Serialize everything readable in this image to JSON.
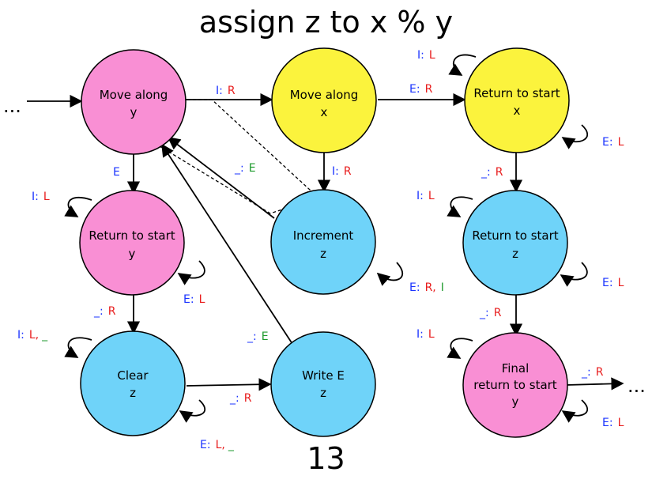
{
  "title": "assign z to x % y",
  "page_number": "13",
  "colors": {
    "pink": "#f98fd4",
    "yellow": "#fbf33d",
    "blue": "#6fd3f9",
    "blue_text": "#1a33ff",
    "red_text": "#e81d1d",
    "green_text": "#1d9a2c"
  },
  "ellipsis": "...",
  "states": {
    "move_y": {
      "line1": "Move along",
      "line2": "y"
    },
    "move_x": {
      "line1": "Move along",
      "line2": "x"
    },
    "ret_x": {
      "line1": "Return to start",
      "line2": "x"
    },
    "ret_y": {
      "line1": "Return to start",
      "line2": "y"
    },
    "incr": {
      "line1": "Increment",
      "line2": "z"
    },
    "ret_z": {
      "line1": "Return to start",
      "line2": "z"
    },
    "clear": {
      "line1": "Clear",
      "line2": "z"
    },
    "write": {
      "line1": "Write E",
      "line2": "z"
    },
    "final": {
      "line1": "Final",
      "line2": "return to start",
      "line3": "y"
    }
  },
  "transitions": {
    "move_y_to_move_x": {
      "read": "I:",
      "write": "R"
    },
    "move_x_to_ret_x": {
      "read": "E:",
      "write": "R"
    },
    "ret_x_loop_top": {
      "read": "I:",
      "write": "L"
    },
    "ret_x_loop_bottom": {
      "read": "E:",
      "write": "L"
    },
    "move_y_to_ret_y": {
      "read": "E"
    },
    "move_x_to_incr": {
      "read": "I:",
      "write": "R"
    },
    "incr_to_move_y": {
      "read": "_:",
      "write": "E"
    },
    "ret_x_to_ret_z": {
      "read": "_:",
      "write": "R"
    },
    "ret_y_loop_top": {
      "read": "I:",
      "write": "L"
    },
    "ret_y_loop_bottom": {
      "read": "E:",
      "write": "L"
    },
    "incr_loop": {
      "read": "E:",
      "write1": "R,",
      "write2": "I"
    },
    "ret_z_loop_top": {
      "read": "I:",
      "write": "L"
    },
    "ret_z_loop_bottom": {
      "read": "E:",
      "write": "L"
    },
    "ret_y_to_clear": {
      "read": "_:",
      "write": "R"
    },
    "ret_z_to_final": {
      "read": "_:",
      "write": "R"
    },
    "clear_loop_top": {
      "read": "I:",
      "write1": "L,",
      "write2": "_"
    },
    "write_to_move_y": {
      "read": "_:",
      "write": "E"
    },
    "final_loop_top": {
      "read": "I:",
      "write": "L"
    },
    "clear_to_write": {
      "read": "_:",
      "write": "R"
    },
    "clear_loop_bottom": {
      "read": "E:",
      "write1": "L,",
      "write2": "_"
    },
    "final_exit": {
      "read": "_:",
      "write": "R"
    },
    "final_loop_bottom": {
      "read": "E:",
      "write": "L"
    }
  }
}
